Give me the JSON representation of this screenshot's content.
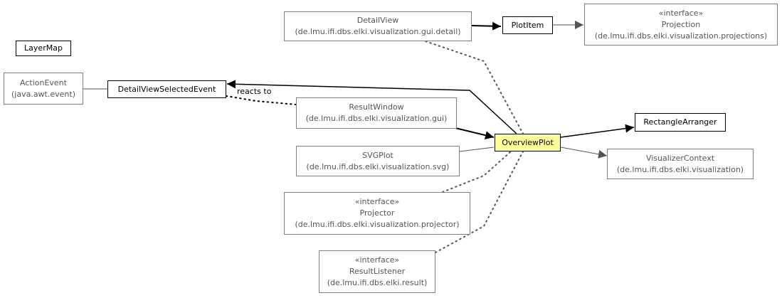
{
  "nodes": {
    "layermap": {
      "name": "LayerMap"
    },
    "actionevent": {
      "name": "ActionEvent",
      "package": "(java.awt.event)"
    },
    "detailviewselectedevent": {
      "name": "DetailViewSelectedEvent"
    },
    "detailview": {
      "name": "DetailView",
      "package": "(de.lmu.ifi.dbs.elki.visualization.gui.detail)"
    },
    "plotitem": {
      "name": "PlotItem"
    },
    "projection": {
      "stereotype": "«interface»",
      "name": "Projection",
      "package": "(de.lmu.ifi.dbs.elki.visualization.projections)"
    },
    "resultwindow": {
      "name": "ResultWindow",
      "package": "(de.lmu.ifi.dbs.elki.visualization.gui)"
    },
    "overviewplot": {
      "name": "OverviewPlot"
    },
    "rectanglearranger": {
      "name": "RectangleArranger"
    },
    "svgplot": {
      "name": "SVGPlot",
      "package": "(de.lmu.ifi.dbs.elki.visualization.svg)"
    },
    "visualizercontext": {
      "name": "VisualizerContext",
      "package": "(de.lmu.ifi.dbs.elki.visualization)"
    },
    "projector": {
      "stereotype": "«interface»",
      "name": "Projector",
      "package": "(de.lmu.ifi.dbs.elki.visualization.projector)"
    },
    "resultlistener": {
      "stereotype": "«interface»",
      "name": "ResultListener",
      "package": "(de.lmu.ifi.dbs.elki.result)"
    }
  },
  "edge_labels": {
    "reacts_to": "reacts to"
  }
}
